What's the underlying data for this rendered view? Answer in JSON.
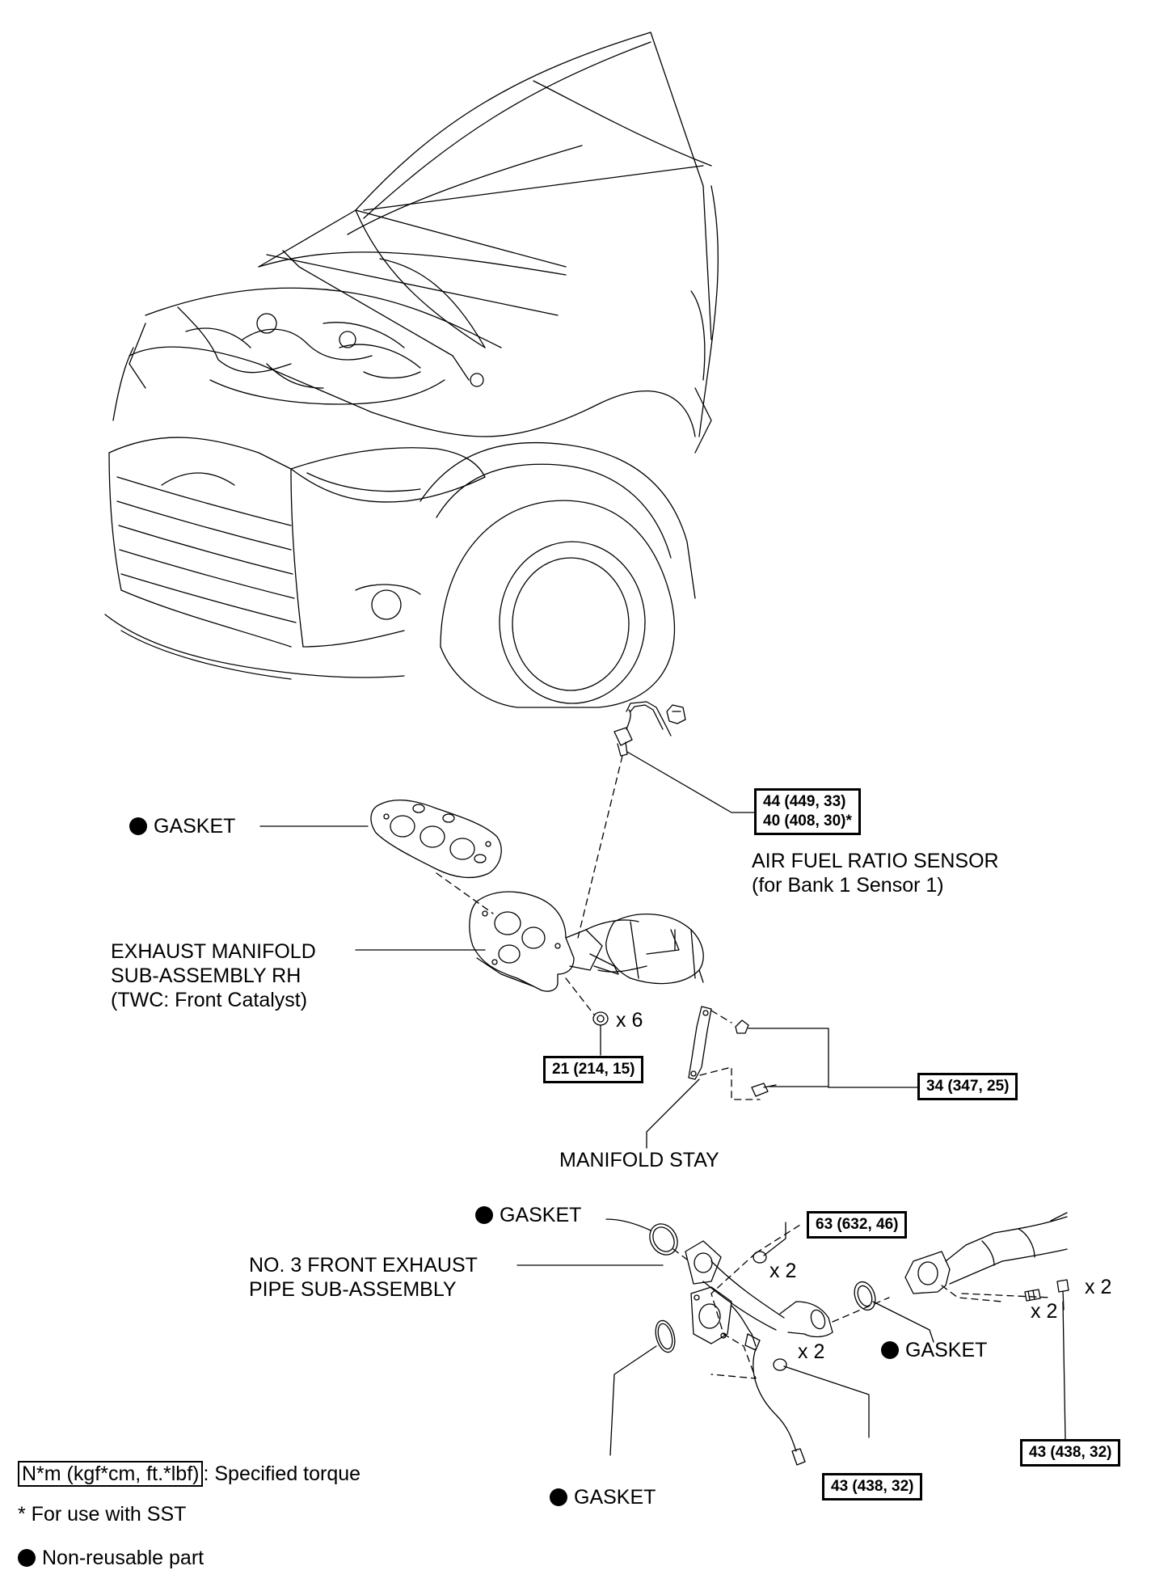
{
  "diagram": {
    "labels": {
      "gasket_1": "GASKET",
      "air_fuel_sensor": "AIR FUEL RATIO SENSOR",
      "air_fuel_sensor_sub": "(for Bank 1 Sensor 1)",
      "exhaust_manifold_l1": "EXHAUST MANIFOLD",
      "exhaust_manifold_l2": "SUB-ASSEMBLY RH",
      "exhaust_manifold_l3": "(TWC: Front Catalyst)",
      "manifold_stay": "MANIFOLD STAY",
      "gasket_2": "GASKET",
      "front_pipe_l1": "NO. 3 FRONT EXHAUST",
      "front_pipe_l2": "PIPE SUB-ASSEMBLY",
      "gasket_3": "GASKET",
      "gasket_4": "GASKET"
    },
    "quantities": {
      "nuts_manifold": "x 6",
      "bolts_63": "x 2",
      "bolts_43_left": "x 2",
      "studs_right": "x 2",
      "bolts_right": "x 2"
    },
    "torques": {
      "sensor_line1": "44 (449, 33)",
      "sensor_line2": "40 (408, 30)*",
      "manifold_nuts": "21 (214, 15)",
      "manifold_stay": "34 (347, 25)",
      "front_pipe_upper": "63 (632, 46)",
      "front_pipe_lower": "43 (438, 32)",
      "rear_flange": "43 (438, 32)"
    },
    "legend": {
      "torque_unit": "N*m (kgf*cm, ft.*lbf)",
      "torque_desc": ": Specified torque",
      "sst_note": "* For use with SST",
      "non_reusable": "Non-reusable part"
    }
  }
}
